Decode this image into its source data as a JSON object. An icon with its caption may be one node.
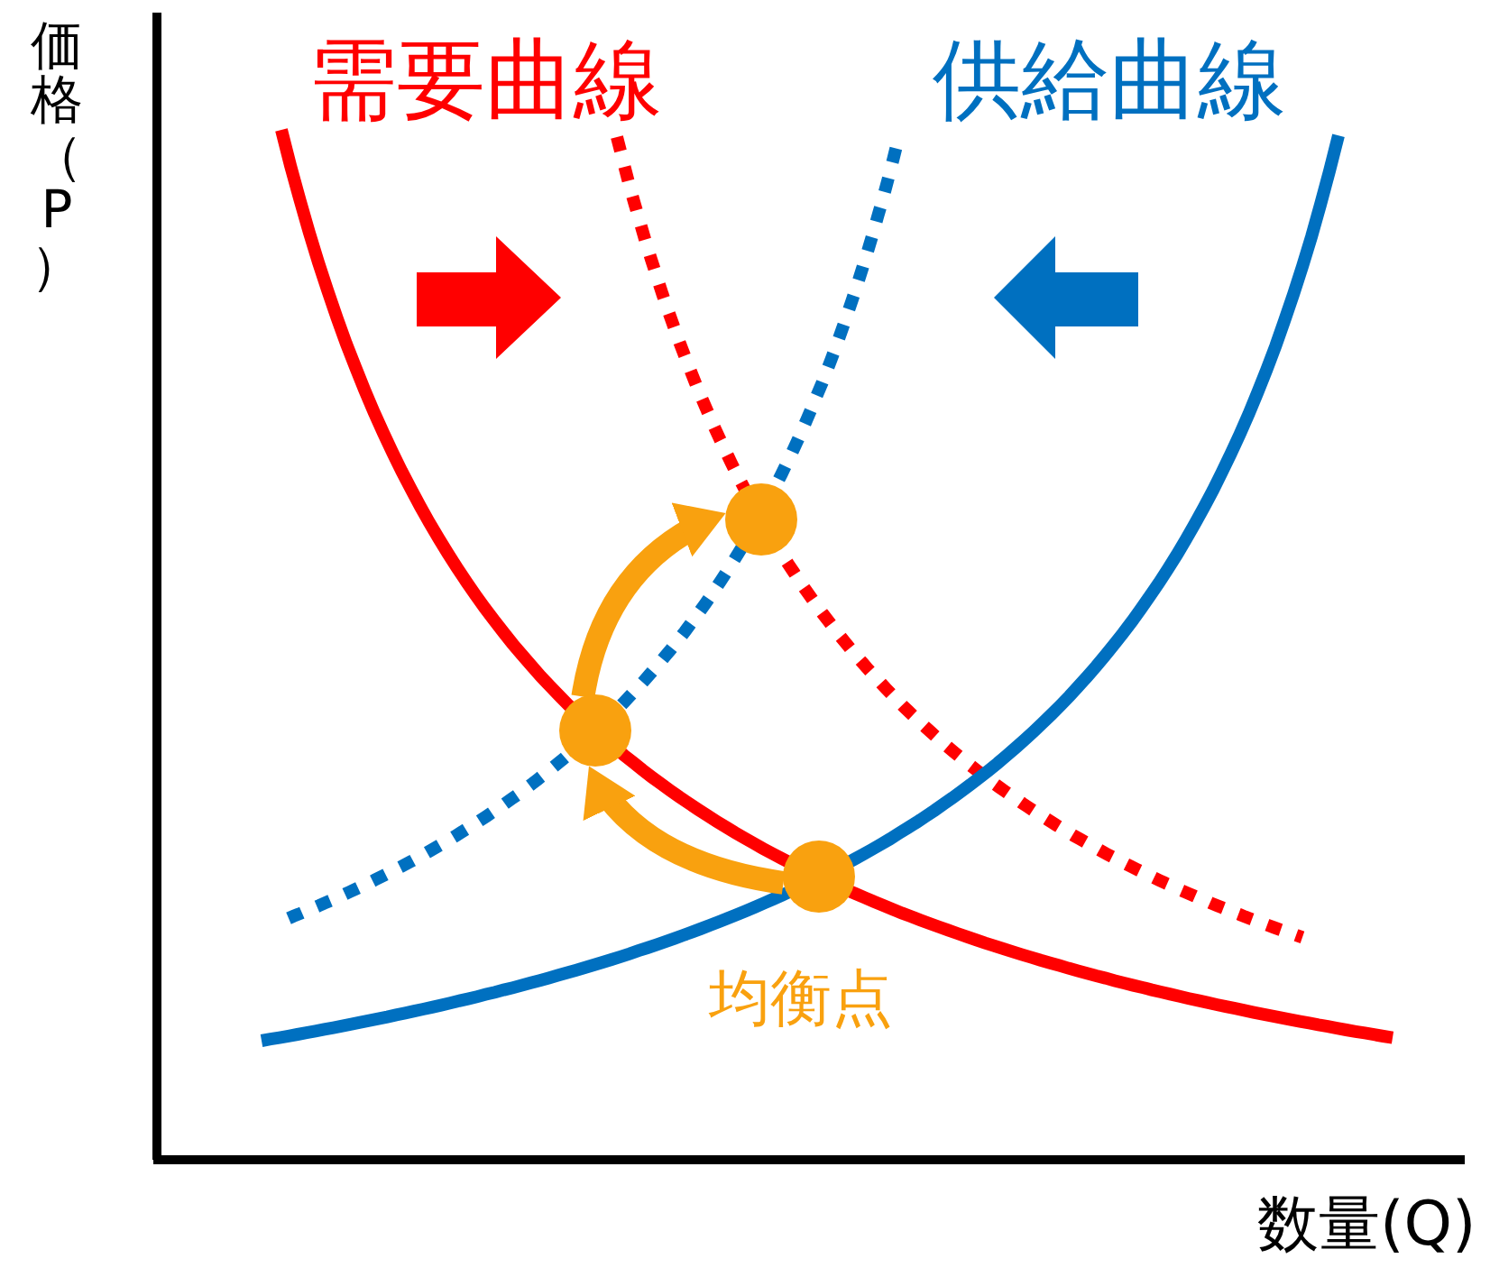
{
  "diagram": {
    "nodes": [
      {
        "text": [],
        "shape": "circle"
      },
      {
        "text": [],
        "shape": "circle"
      },
      {
        "text": [],
        "shape": "circle",
        "beside": [
          "均衡点"
        ]
      }
    ],
    "edges": [
      {
        "from": 2,
        "to": 1,
        "arrow": "to"
      },
      {
        "from": 1,
        "to": 0,
        "arrow": "to"
      }
    ],
    "labels": [
      "価格（P）",
      "需要曲線",
      "供給曲線",
      "数量(Q)"
    ]
  }
}
